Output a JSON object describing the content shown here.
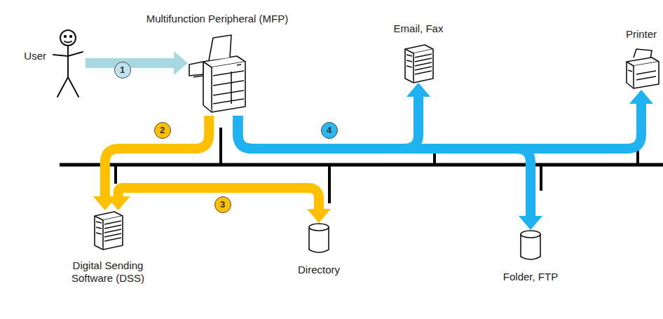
{
  "diagram": {
    "nodes": [
      {
        "text": [
          "User"
        ]
      },
      {
        "text": [
          "Multifunction Peripheral (MFP)"
        ]
      },
      {
        "text": [
          "Email, Fax"
        ]
      },
      {
        "text": [
          "Printer"
        ]
      },
      {
        "text": [
          "Digital Sending Software (DSS)"
        ]
      },
      {
        "text": [
          "Directory"
        ]
      },
      {
        "text": [
          "Folder, FTP"
        ]
      }
    ],
    "edges": [
      {
        "from": 0,
        "to": 1,
        "arrow": "to",
        "label": "1"
      },
      {
        "from": 1,
        "to": 4,
        "arrow": "to",
        "label": "2"
      },
      {
        "from": 4,
        "to": 5,
        "arrow": "both",
        "label": "3"
      },
      {
        "from": 1,
        "to": 2,
        "arrow": "to",
        "label": "4"
      },
      {
        "from": 1,
        "to": 3,
        "arrow": "to"
      },
      {
        "from": 1,
        "to": 6,
        "arrow": "to"
      }
    ]
  }
}
